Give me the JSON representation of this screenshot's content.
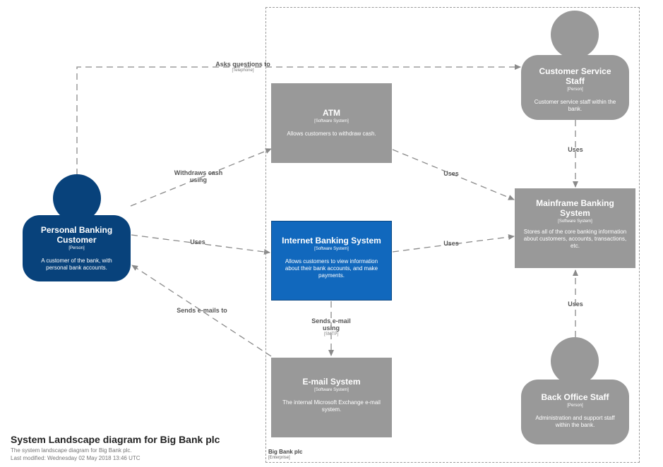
{
  "colors": {
    "person_internal": "#08427b",
    "system_internal": "#1168bd",
    "external_element": "#999999",
    "relationship_line": "#8a8a8a",
    "boundary": "#9a9a9a"
  },
  "diagram": {
    "title": "System Landscape diagram for Big Bank plc",
    "description": "The system landscape diagram for Big Bank plc.",
    "last_modified": "Last modified: Wednesday 02 May 2018 13:46 UTC",
    "boundary": {
      "name": "Big Bank plc",
      "type": "[Enterprise]"
    },
    "people": [
      {
        "id": "personal-customer",
        "name": "Personal Banking Customer",
        "type": "[Person]",
        "description": "A customer of the bank, with personal bank accounts."
      },
      {
        "id": "service-staff",
        "name": "Customer Service Staff",
        "type": "[Person]",
        "description": "Customer service staff within the bank."
      },
      {
        "id": "back-office-staff",
        "name": "Back Office Staff",
        "type": "[Person]",
        "description": "Administration and support staff within the bank."
      }
    ],
    "systems": [
      {
        "id": "atm",
        "name": "ATM",
        "type": "[Software System]",
        "description": "Allows customers to withdraw cash."
      },
      {
        "id": "internet-banking",
        "name": "Internet Banking System",
        "type": "[Software System]",
        "description": "Allows customers to view information about their bank accounts, and make payments."
      },
      {
        "id": "email",
        "name": "E-mail System",
        "type": "[Software System]",
        "description": "The internal Microsoft Exchange e-mail system."
      },
      {
        "id": "mainframe",
        "name": "Mainframe Banking System",
        "type": "[Software System]",
        "description": "Stores all of the core banking information about customers, accounts, transactions, etc."
      }
    ],
    "relationships": [
      {
        "label": "Asks questions to",
        "technology": "[Telephone]"
      },
      {
        "label": "Withdraws cash using",
        "technology": ""
      },
      {
        "label": "Uses",
        "technology": ""
      },
      {
        "label": "Sends e-mails to",
        "technology": ""
      },
      {
        "label": "Sends e-mail using",
        "technology": "[SMTP]"
      },
      {
        "label": "Uses",
        "technology": ""
      },
      {
        "label": "Uses",
        "technology": ""
      },
      {
        "label": "Uses",
        "technology": ""
      },
      {
        "label": "Uses",
        "technology": ""
      }
    ]
  }
}
